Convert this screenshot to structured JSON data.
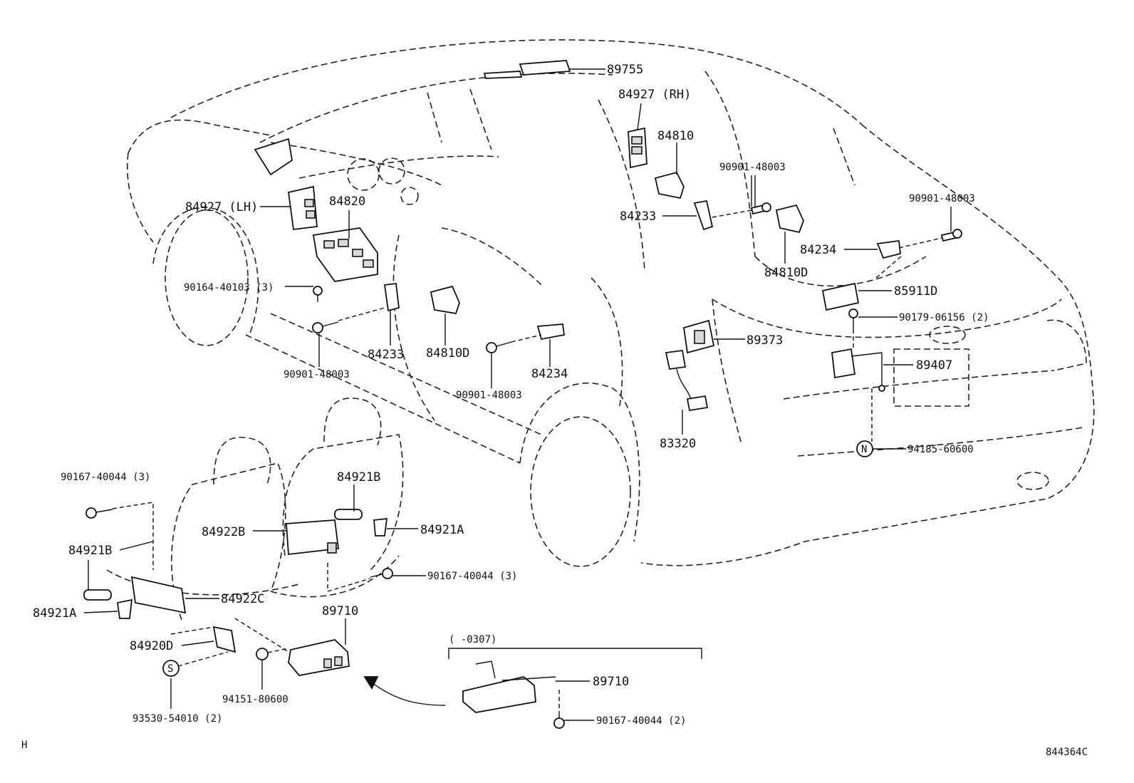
{
  "diagram_code": "844364C",
  "corner_mark": "H",
  "bracket_note": "(        -0307)",
  "labels": {
    "p89755": "89755",
    "p84927rh": "84927 (RH)",
    "p84810": "84810",
    "p90901_a": "90901-48003",
    "p90901_b": "90901-48003",
    "p84927lh": "84927 (LH)",
    "p84820": "84820",
    "p84233_a": "84233",
    "p84234_a": "84234",
    "p84810d_a": "84810D",
    "p85911d": "85911D",
    "p90164": "90164-40103 (3)",
    "p90179": "90179-06156 (2)",
    "p89373": "89373",
    "p89407": "89407",
    "p84233_b": "84233",
    "p84810d_b": "84810D",
    "p84234_b": "84234",
    "p90901_c": "90901-48003",
    "p90901_d": "90901-48003",
    "p83320": "83320",
    "p94185": "94185-60600",
    "p90167_a": "90167-40044 (3)",
    "p84921b_a": "84921B",
    "p84922b": "84922B",
    "p84921a_a": "84921A",
    "p84921b_b": "84921B",
    "p90167_b": "90167-40044 (3)",
    "p84922c": "84922C",
    "p84921a_b": "84921A",
    "p89710_a": "89710",
    "p84920d": "84920D",
    "p94151": "94151-80600",
    "p93530": "93530-54010 (2)",
    "p89710_b": "89710",
    "p90167_c": "90167-40044 (2)"
  },
  "markers": {
    "n_marker": "N",
    "s_marker": "S"
  }
}
